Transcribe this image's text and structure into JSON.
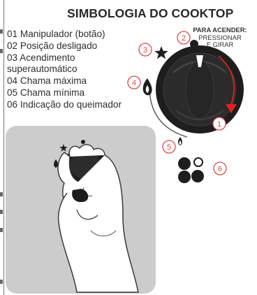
{
  "title": "SIMBOLOGIA DO COOKTOP",
  "legend": [
    "01 Manipulador (botão)",
    "02 Posição desligado",
    "03 Acendimento",
    "superautomático",
    "04 Chama máxima",
    "05 Chama mínima",
    "06 Indicação do queimador"
  ],
  "instruction": {
    "heading": "PARA ACENDER:",
    "line1": "PRESSIONAR",
    "line2": "E GIRAR"
  },
  "callouts": [
    "1",
    "2",
    "3",
    "4",
    "5",
    "6"
  ],
  "colors": {
    "knob": "#1e1e1e",
    "arrow": "#e32020",
    "callout": "#e04a4a",
    "photo_bg": "#cccccc"
  }
}
